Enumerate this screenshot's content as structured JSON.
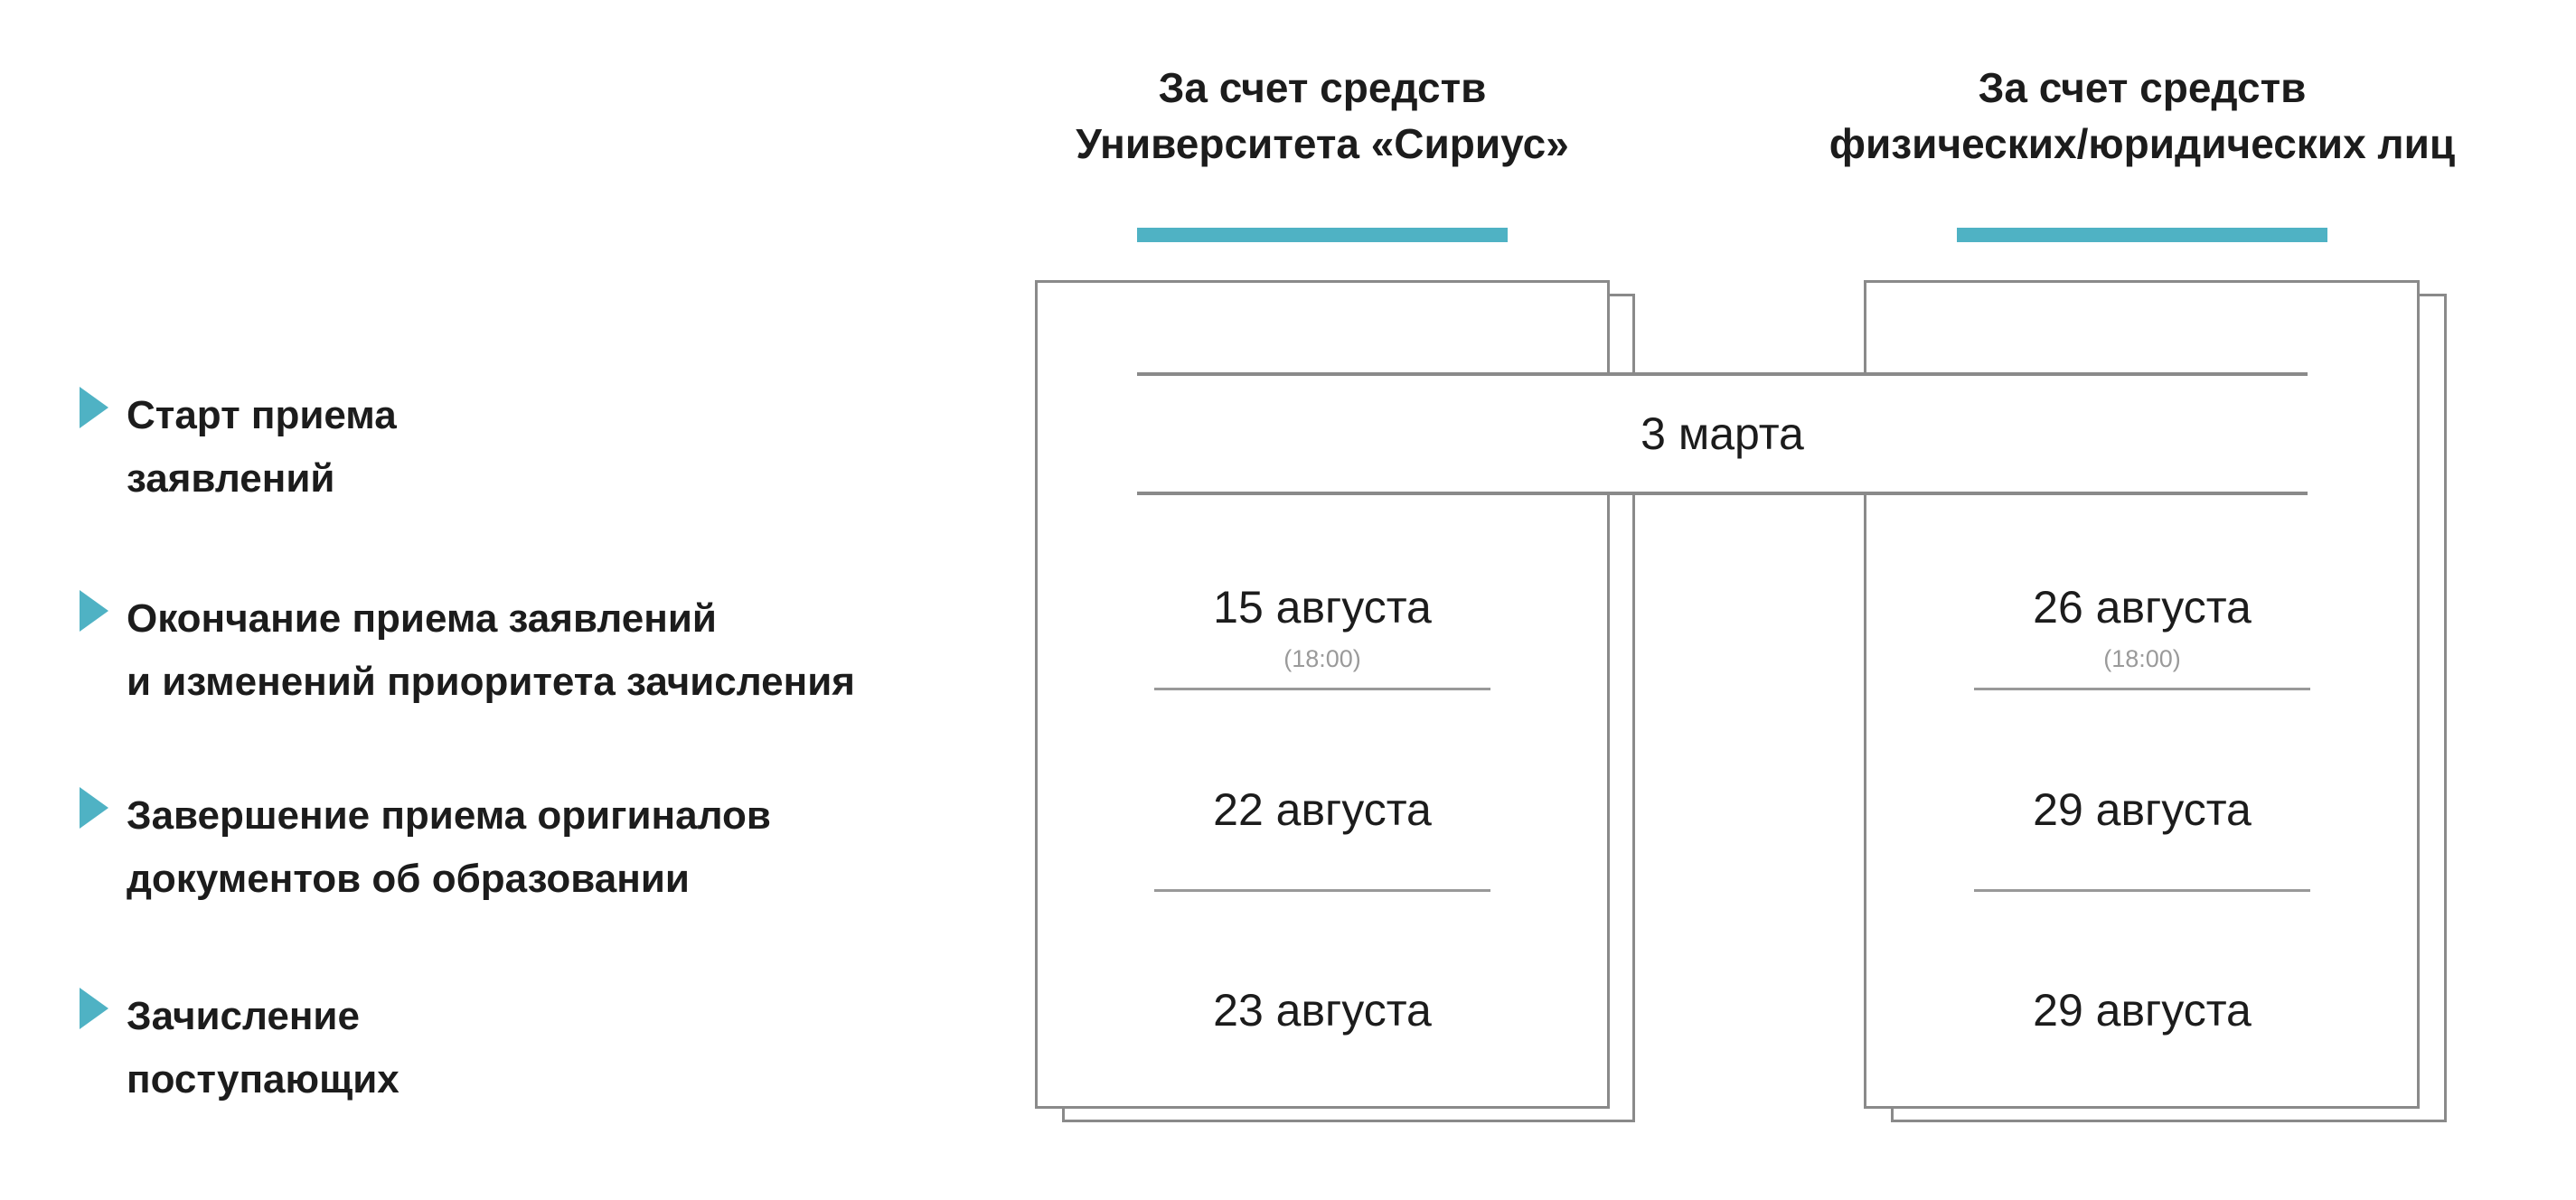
{
  "colors": {
    "accent_teal": "#4fb2c4",
    "card_border": "#8a8a8a",
    "divider_gray": "#999999",
    "text_primary": "#1c1c1c",
    "text_muted": "#9a9a9a",
    "background": "#ffffff"
  },
  "columns": {
    "budget": {
      "header_line1": "За счет средств",
      "header_line2": "Университета «Сириус»"
    },
    "paid": {
      "header_line1": "За счет средств",
      "header_line2": "физических/юридических лиц"
    }
  },
  "row_labels": [
    {
      "line1": "Старт приема",
      "line2": "заявлений"
    },
    {
      "line1": "Окончание приема заявлений",
      "line2": "и изменений приоритета зачисления"
    },
    {
      "line1": "Завершение приема оригиналов",
      "line2": "документов об образовании"
    },
    {
      "line1": "Зачисление",
      "line2": "поступающих"
    }
  ],
  "shared_date": "3 марта",
  "cells": {
    "budget": [
      {
        "date": "15 августа",
        "time": "(18:00)"
      },
      {
        "date": "22 августа"
      },
      {
        "date": "23 августа"
      }
    ],
    "paid": [
      {
        "date": "26 августа",
        "time": "(18:00)"
      },
      {
        "date": "29 августа"
      },
      {
        "date": "29 августа"
      }
    ]
  },
  "icons": {
    "bullet": "triangle-right-icon"
  }
}
